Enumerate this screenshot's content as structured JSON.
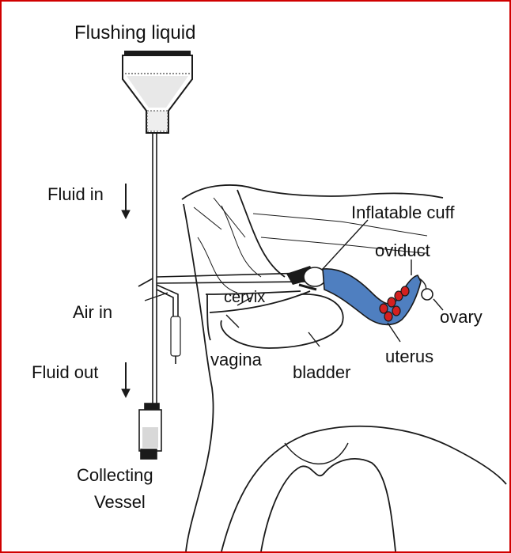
{
  "labels": {
    "flushing_liquid": "Flushing liquid",
    "fluid_in": "Fluid in",
    "air_in": "Air in",
    "fluid_out": "Fluid out",
    "collecting_line1": "Collecting",
    "collecting_line2": "Vessel",
    "inflatable_cuff": "Inflatable cuff",
    "oviduct": "oviduct",
    "ovary": "ovary",
    "cervix": "cervix",
    "vagina": "vagina",
    "bladder": "bladder",
    "uterus": "uterus"
  },
  "colors": {
    "frame": "#d00000",
    "line": "#1a1a1a",
    "uterus_fill": "#4f7fc0",
    "embryo_fill": "#d42020"
  }
}
